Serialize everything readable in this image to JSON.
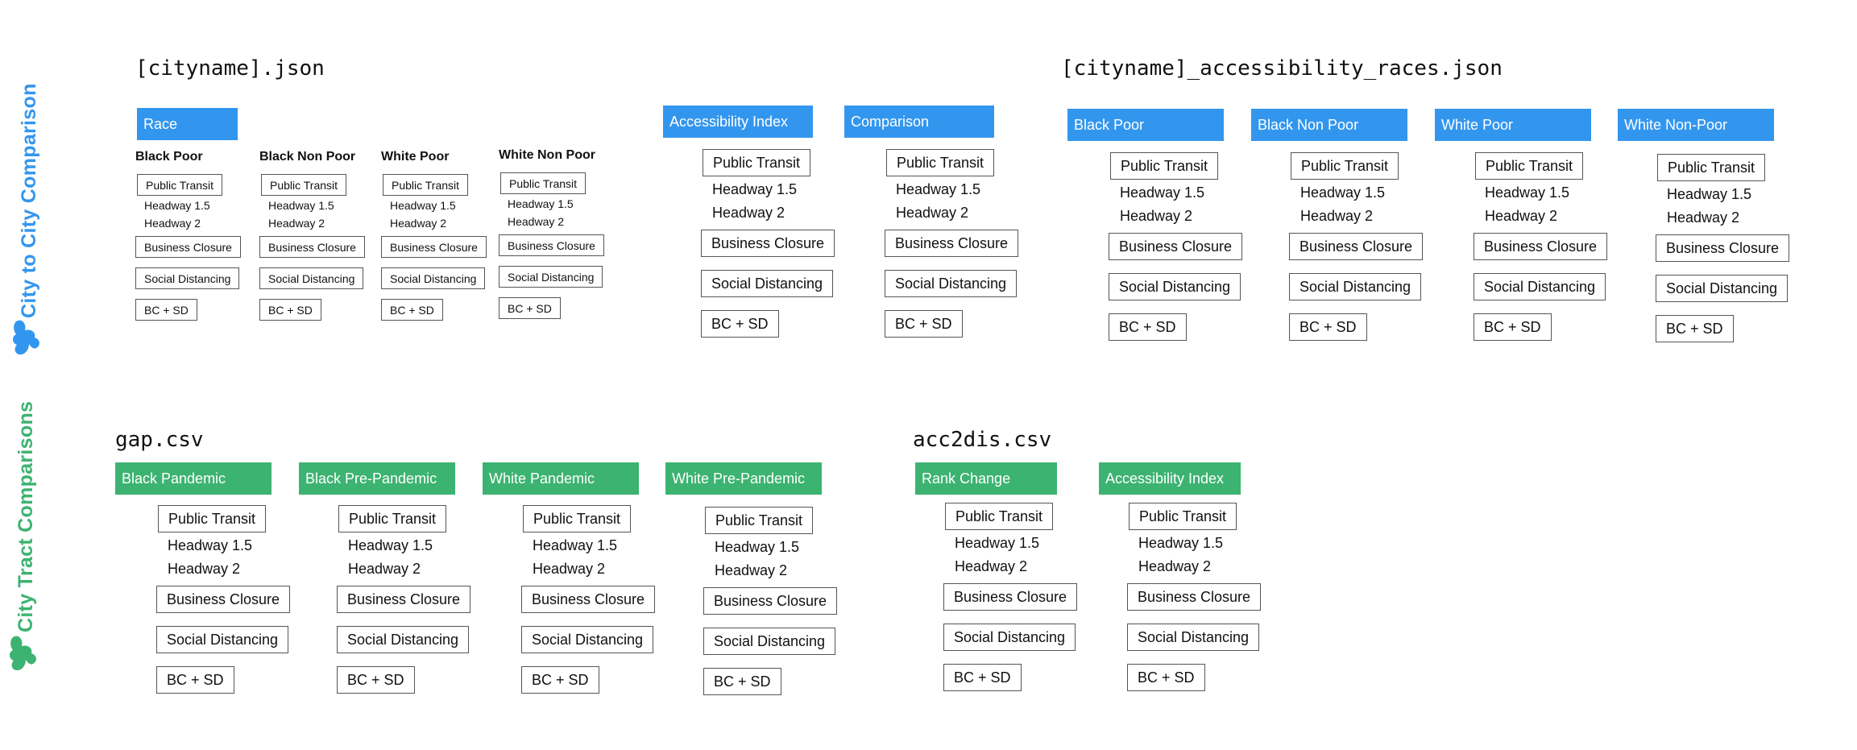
{
  "side_labels": {
    "city_to_city": "City to City Comparison",
    "city_tract": "City Tract Comparisons"
  },
  "icons": {
    "city_to_city": "blob-icon",
    "city_tract": "blob-icon"
  },
  "colors": {
    "blue": "#3396ee",
    "green": "#3cb371"
  },
  "files": {
    "cityname": "[cityname].json",
    "races": "[cityname]_accessibility_races.json",
    "gap": "gap.csv",
    "acc2dis": "acc2dis.csv"
  },
  "cityname_json": {
    "race_header": "Race",
    "groups": [
      "Black Poor",
      "Black Non Poor",
      "White Poor",
      "White Non Poor"
    ],
    "accessibility_header": "Accessibility Index",
    "comparison_header": "Comparison"
  },
  "races_json": {
    "headers": [
      "Black Poor",
      "Black Non Poor",
      "White Poor",
      "White Non-Poor"
    ]
  },
  "gap_csv": {
    "headers": [
      "Black Pandemic",
      "Black Pre-Pandemic",
      "White Pandemic",
      "White Pre-Pandemic"
    ]
  },
  "acc2dis_csv": {
    "headers": [
      "Rank Change",
      "Accessibility Index"
    ]
  },
  "scenarios": {
    "public_transit": "Public Transit",
    "headway_15": "Headway 1.5",
    "headway_2": "Headway 2",
    "business_closure": "Business Closure",
    "social_distancing": "Social Distancing",
    "bc_sd": "BC + SD"
  }
}
